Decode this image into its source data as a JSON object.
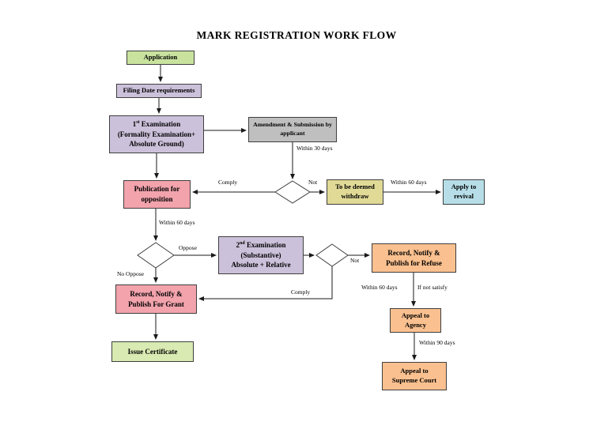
{
  "title": "MARK REGISTRATION WORK FLOW",
  "colors": {
    "green": "#c9e39f",
    "light_green": "#d9eab2",
    "lavender": "#ccc1da",
    "gray": "#bfbfbf",
    "pink": "#f2a3ac",
    "khaki": "#e0da96",
    "blue": "#b7dee8",
    "orange": "#fac08f",
    "diamond_fill": "#ffffff",
    "line": "#1a1a1a"
  },
  "nodes": {
    "application": {
      "label": "Application"
    },
    "filing_date": {
      "label": "Filing Date requirements"
    },
    "first_examination": {
      "num": "1",
      "sup": "st",
      "rest": " Examination",
      "line2": "(Formality Examination+",
      "line3": "Absolute Ground)"
    },
    "amendment": {
      "line1": "Amendment & Submission by",
      "line2": "applicant"
    },
    "publication": {
      "line1": "Publication for",
      "line2": "opposition"
    },
    "deemed_withdraw": {
      "line1": "To be deemed",
      "line2": "withdraw"
    },
    "apply_revival": {
      "line1": "Apply to",
      "line2": "revival"
    },
    "second_examination": {
      "num": "2",
      "sup": "nd",
      "rest": " Examination",
      "line2": "(Substantive)",
      "line3": "Absolute + Relative"
    },
    "refuse": {
      "line1": "Record, Notify &",
      "line2": "Publish for Refuse"
    },
    "grant": {
      "line1": "Record, Notify &",
      "line2": "Publish For Grant"
    },
    "issue_certificate": {
      "label": "Issue Certificate"
    },
    "appeal_agency": {
      "line1": "Appeal to",
      "line2": "Agency"
    },
    "appeal_supreme": {
      "line1": "Appeal to",
      "line2": "Supreme Court"
    }
  },
  "edge_labels": {
    "within_30_days": "Within 30 days",
    "comply_1": "Comply",
    "not_1": "Not",
    "within_60_days_revival": "Within 60 days",
    "within_60_days_opposition": "Within 60 days",
    "oppose": "Oppose",
    "no_oppose": "No Oppose",
    "not_2": "Not",
    "comply_2": "Comply",
    "within_60_days_appeal": "Within 60 days",
    "if_not_satisfy": "If not satisfy",
    "within_90_days": "Within 90 days"
  }
}
